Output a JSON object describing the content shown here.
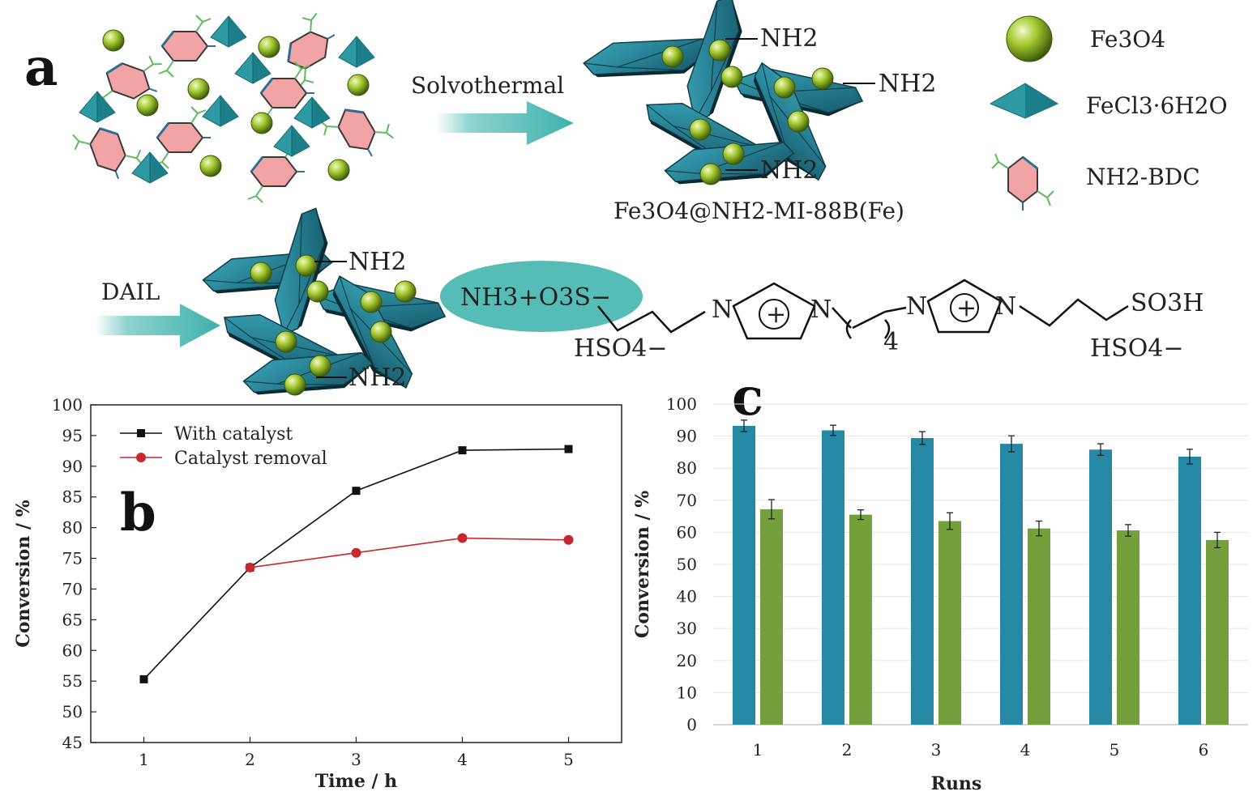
{
  "panel_a": {
    "panel_label": "a",
    "step1_label": "Solvothermal",
    "step2_label": "DAIL",
    "product_label": "Fe3O4@NH2-MI-88B(Fe)",
    "amine_labels": [
      "NH2",
      "NH2",
      "NH2",
      "NH2",
      "NH2"
    ],
    "legend": [
      {
        "label": "Fe3O4",
        "icon": "green-sphere-icon"
      },
      {
        "label": "FeCl3·6H2O",
        "icon": "teal-pyramid-icon"
      },
      {
        "label": "NH2-BDC",
        "icon": "pink-hexagon-linker-icon"
      }
    ],
    "ionic_liquid": {
      "bond_label": "NH3+O3S−",
      "left_anion": "HSO4−",
      "right_anion": "HSO4−",
      "acid_group": "SO3H",
      "chain_subscript": "4",
      "nitrogen": "N",
      "cation": "+"
    },
    "colors": {
      "sphere": "#9bc22b",
      "crystal": "#1f7d90",
      "linker": "#f0a0a0",
      "arrow": "#4fb8b4",
      "ellipse": "#56bdb6"
    }
  },
  "chart_data": [
    {
      "panel_label": "b",
      "type": "line",
      "xlabel": "Time / h",
      "ylabel": "Conversion / %",
      "xlim": [
        0.5,
        5.5
      ],
      "ylim": [
        45,
        100
      ],
      "xticks": [
        1,
        2,
        3,
        4,
        5
      ],
      "yticks": [
        45,
        50,
        55,
        60,
        65,
        70,
        75,
        80,
        85,
        90,
        95,
        100
      ],
      "grid": false,
      "legend_position": "top-left",
      "series": [
        {
          "name": "With catalyst",
          "x": [
            1,
            2,
            3,
            4,
            5
          ],
          "y": [
            55.3,
            73.5,
            86.0,
            92.6,
            92.8
          ],
          "color": "#111111",
          "marker": "square"
        },
        {
          "name": "Catalyst removal",
          "x": [
            2,
            3,
            4,
            5
          ],
          "y": [
            73.5,
            75.9,
            78.3,
            78.0
          ],
          "color": "#c8282d",
          "marker": "circle"
        }
      ]
    },
    {
      "panel_label": "c",
      "type": "bar",
      "xlabel": "Runs",
      "ylabel": "Conversion / %",
      "categories": [
        "1",
        "2",
        "3",
        "4",
        "5",
        "6"
      ],
      "ylim": [
        0,
        100
      ],
      "yticks": [
        0,
        10,
        20,
        30,
        40,
        50,
        60,
        70,
        80,
        90,
        100
      ],
      "grid": true,
      "series": [
        {
          "values": [
            93.2,
            91.8,
            89.4,
            87.6,
            85.8,
            83.6
          ],
          "errors": [
            1.8,
            1.6,
            2.0,
            2.5,
            1.8,
            2.3
          ],
          "color": "#2589a5"
        },
        {
          "values": [
            67.2,
            65.5,
            63.5,
            61.2,
            60.6,
            57.6
          ],
          "errors": [
            3.0,
            1.5,
            2.6,
            2.3,
            1.8,
            2.4
          ],
          "color": "#73a03a"
        }
      ]
    }
  ]
}
